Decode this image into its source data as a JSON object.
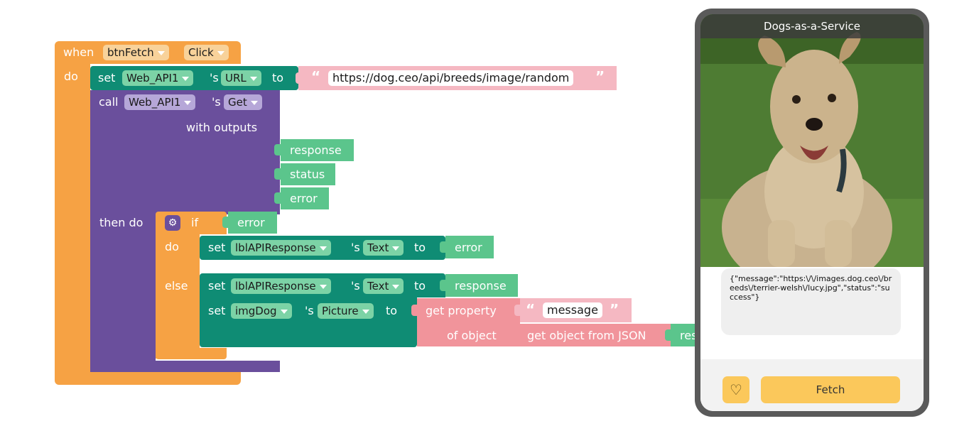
{
  "event": {
    "when_label": "when",
    "component": "btnFetch",
    "event_name": "Click",
    "do_label": "do"
  },
  "set_url": {
    "set_label": "set",
    "component": "Web_API1",
    "possessive": "'s",
    "property": "URL",
    "to_label": "to",
    "open_quote": "“",
    "url": "https://dog.ceo/api/breeds/image/random",
    "close_quote": "”"
  },
  "call_get": {
    "call_label": "call",
    "component": "Web_API1",
    "possessive": "'s",
    "method": "Get",
    "with_outputs_label": "with outputs",
    "outputs": [
      "response",
      "status",
      "error"
    ],
    "then_do_label": "then do"
  },
  "if_block": {
    "if_label": "if",
    "condition": "error",
    "do_label": "do",
    "else_label": "else"
  },
  "set_error": {
    "set_label": "set",
    "component": "lblAPIResponse",
    "possessive": "'s",
    "property": "Text",
    "to_label": "to",
    "value": "error"
  },
  "set_response": {
    "set_label": "set",
    "component": "lblAPIResponse",
    "possessive": "'s",
    "property": "Text",
    "to_label": "to",
    "value": "response"
  },
  "set_picture": {
    "set_label": "set",
    "component": "imgDog",
    "possessive": "'s",
    "property": "Picture",
    "to_label": "to",
    "get_property_label": "get property",
    "open_quote": "“",
    "key": "message",
    "close_quote": "”",
    "of_object_label": "of object",
    "json_label": "get object from JSON",
    "json_value": "response"
  },
  "phone": {
    "title": "Dogs-as-a-Service",
    "response_text": "{\"message\":\"https:\\/\\/images.dog.ceo\\/breeds\\/terrier-welsh\\/lucy.jpg\",\"status\":\"success\"}",
    "heart_icon": "♡",
    "fetch_label": "Fetch"
  },
  "colors": {
    "event_orange": "#f6a244",
    "teal": "#0f8c74",
    "purple": "#6a4f9c",
    "text_pink": "#f5b8c2",
    "dict_pink": "#f1949b",
    "output_green": "#5bc58c",
    "phone_button": "#fbc85b"
  }
}
